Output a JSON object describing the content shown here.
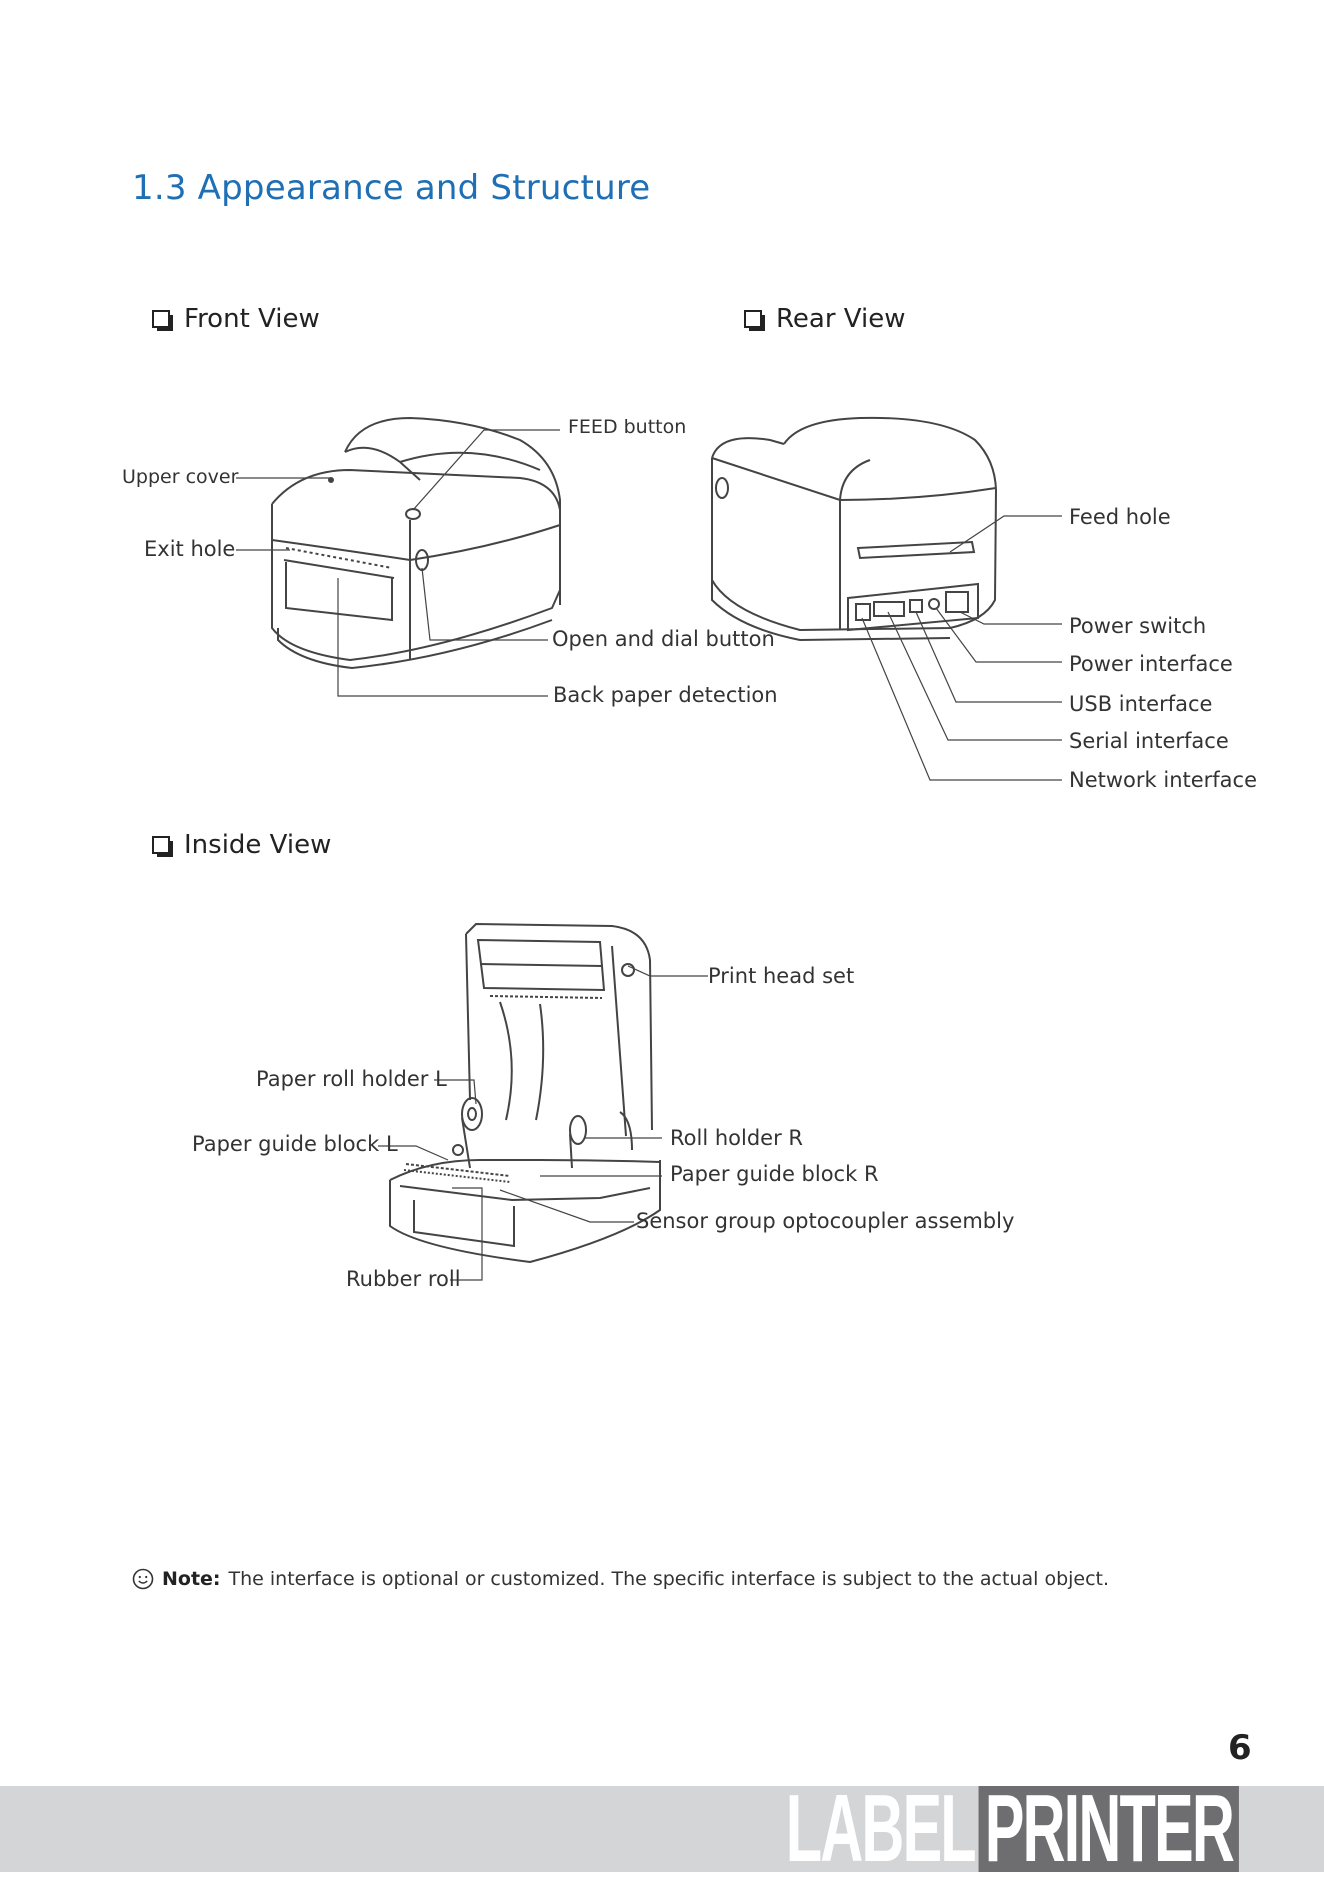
{
  "section_title": "1.3 Appearance and Structure",
  "front_view": {
    "heading": "Front View",
    "labels": {
      "feed_button": "FEED button",
      "upper_cover": "Upper cover",
      "exit_hole": "Exit hole",
      "open_dial": "Open and dial button",
      "back_paper": "Back paper detection"
    }
  },
  "rear_view": {
    "heading": "Rear View",
    "labels": {
      "feed_hole": "Feed hole",
      "power_switch": "Power switch",
      "power_interface": "Power interface",
      "usb_interface": "USB interface",
      "serial_interface": "Serial interface",
      "network_interface": "Network interface"
    }
  },
  "inside_view": {
    "heading": "Inside View",
    "labels": {
      "print_head": "Print head set",
      "roll_holder_l": "Paper roll holder L",
      "guide_block_l": "Paper guide block L",
      "roll_holder_r": "Roll holder R",
      "guide_block_r": "Paper guide block R",
      "sensor_group": "Sensor group optocoupler assembly",
      "rubber_roll": "Rubber roll"
    }
  },
  "note": {
    "label": "Note:",
    "text": "The interface is optional or customized. The specific interface is subject to the actual object."
  },
  "page_number": "6",
  "brand": {
    "word1": "LABEL",
    "word2": "PRINTER"
  }
}
